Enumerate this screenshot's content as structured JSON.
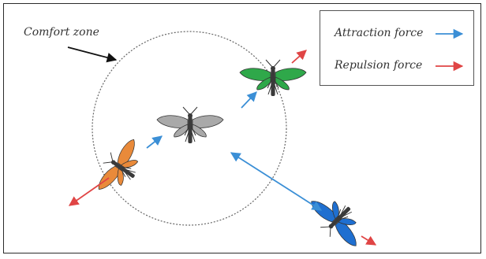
{
  "diagram": {
    "comfort_zone_label": "Comfort zone",
    "legend": {
      "attraction_label": "Attraction force",
      "repulsion_label": "Repulsion force"
    }
  },
  "colors": {
    "attraction": "#3b8fd6",
    "repulsion": "#e04545",
    "insect_gray": "#a9a9a9",
    "insect_green": "#2fa84a",
    "insect_orange": "#e98a3a",
    "insect_blue": "#1f6fd0",
    "outline": "#333333"
  }
}
